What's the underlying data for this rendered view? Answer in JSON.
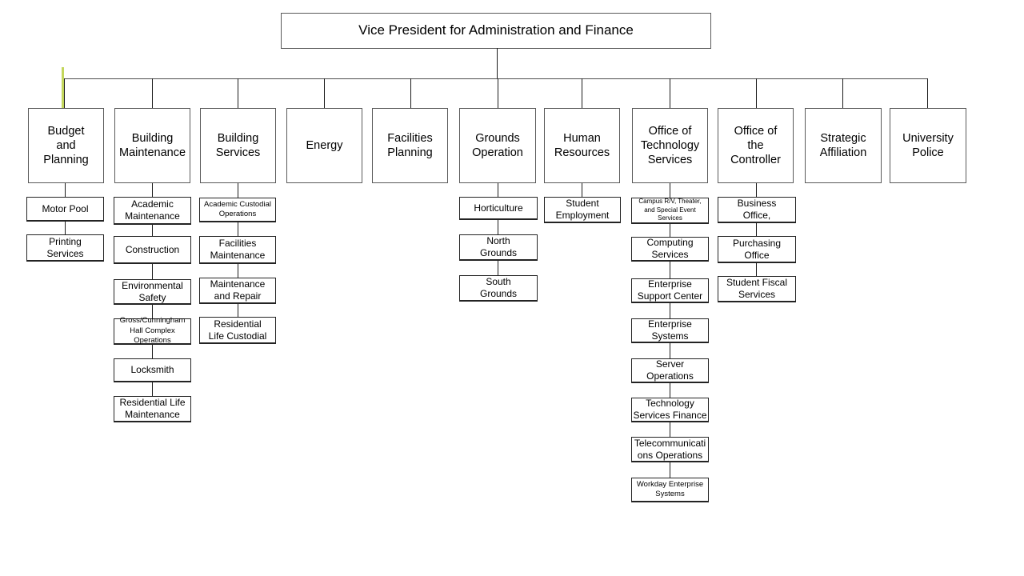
{
  "root": {
    "label": "Vice President for Administration and Finance"
  },
  "highlight_color": "#c3d65c",
  "departments": [
    {
      "label": "Budget\nand\nPlanning",
      "children": [
        {
          "label": "Motor Pool"
        },
        {
          "label": "Printing\nServices"
        }
      ]
    },
    {
      "label": "Building\nMaintenance",
      "children": [
        {
          "label": "Academic\nMaintenance"
        },
        {
          "label": "Construction"
        },
        {
          "label": "Environmental\nSafety"
        },
        {
          "label": "Gross/Cunningham\nHall Complex\nOperations"
        },
        {
          "label": "Locksmith"
        },
        {
          "label": "Residential Life\nMaintenance"
        }
      ]
    },
    {
      "label": "Building\nServices",
      "children": [
        {
          "label": "Academic Custodial\nOperations"
        },
        {
          "label": "Facilities\nMaintenance"
        },
        {
          "label": "Maintenance\nand Repair"
        },
        {
          "label": "Residential\nLife Custodial"
        }
      ]
    },
    {
      "label": "Energy",
      "children": []
    },
    {
      "label": "Facilities\nPlanning",
      "children": []
    },
    {
      "label": "Grounds\nOperation",
      "children": [
        {
          "label": "Horticulture"
        },
        {
          "label": "North\nGrounds"
        },
        {
          "label": "South\nGrounds"
        }
      ]
    },
    {
      "label": "Human\nResources",
      "children": [
        {
          "label": "Student\nEmployment"
        }
      ]
    },
    {
      "label": "Office of\nTechnology\nServices",
      "children": [
        {
          "label": "Campus R/V, Theater,\nand Special Event\nServices"
        },
        {
          "label": "Computing\nServices"
        },
        {
          "label": "Enterprise\nSupport Center"
        },
        {
          "label": "Enterprise\nSystems"
        },
        {
          "label": "Server\nOperations"
        },
        {
          "label": "Technology\nServices Finance"
        },
        {
          "label": "Telecommunicati\nons Operations"
        },
        {
          "label": "Workday Enterprise\nSystems"
        }
      ]
    },
    {
      "label": "Office of\nthe\nController",
      "children": [
        {
          "label": "Business\nOffice,"
        },
        {
          "label": "Purchasing\nOffice"
        },
        {
          "label": "Student Fiscal\nServices"
        }
      ]
    },
    {
      "label": "Strategic\nAffiliation",
      "children": []
    },
    {
      "label": "University\nPolice",
      "children": []
    }
  ]
}
